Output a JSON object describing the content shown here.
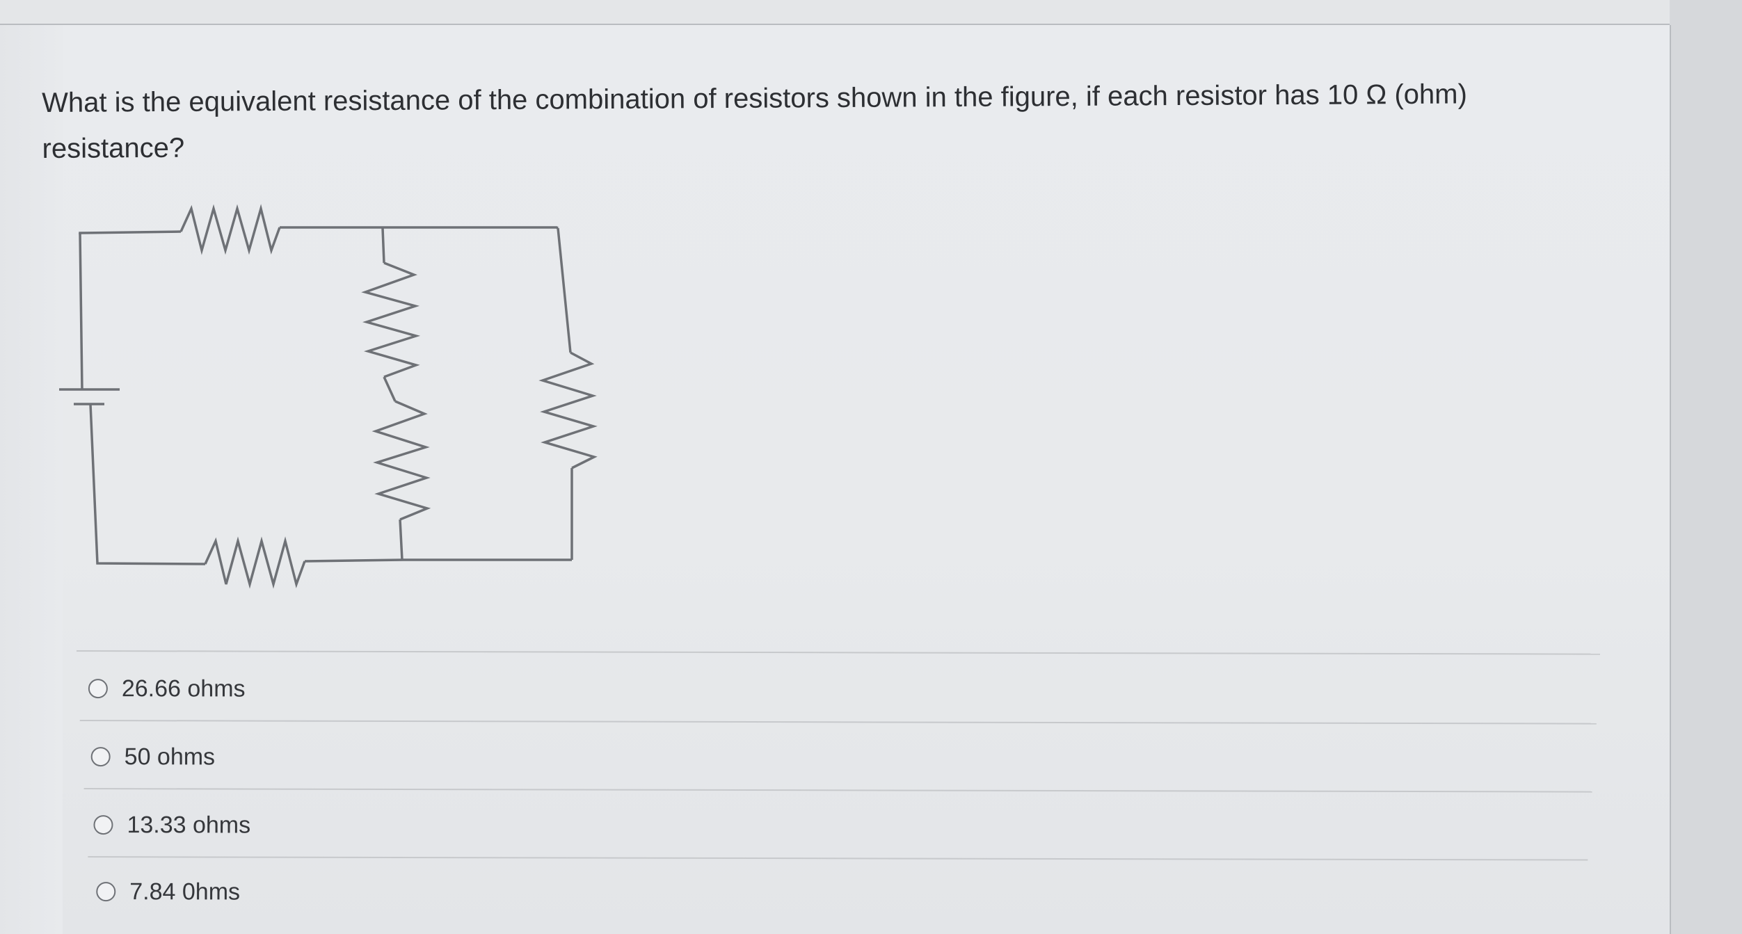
{
  "question": {
    "text_line1": "What is the equivalent resistance of the combination of resistors shown in the figure, if each resistor has 10 Ω (ohm)",
    "text_line2": "resistance?"
  },
  "figure": {
    "components": [
      "battery-icon",
      "resistor-icon"
    ]
  },
  "options": [
    {
      "label": "26.66 ohms",
      "selected": false
    },
    {
      "label": "50 ohms",
      "selected": false
    },
    {
      "label": "13.33 ohms",
      "selected": false
    },
    {
      "label": "7.84 0hms",
      "selected": false
    }
  ],
  "colors": {
    "text": "#2d2f33",
    "wire": "#6e7176",
    "divider": "#c7c9cc"
  }
}
